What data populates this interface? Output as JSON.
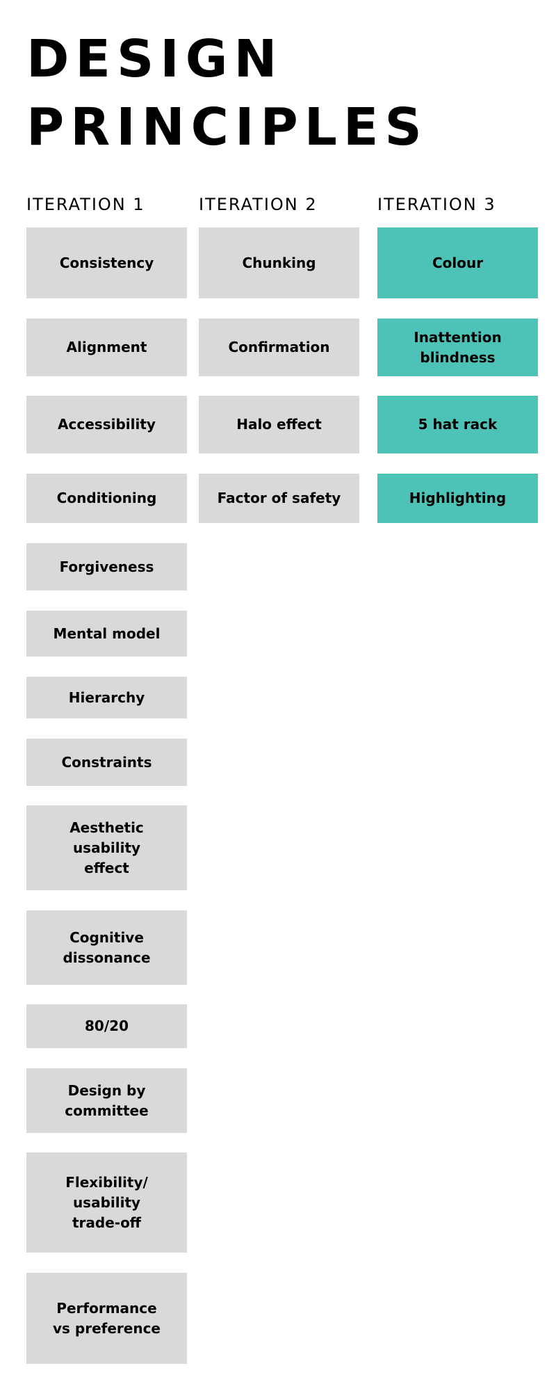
{
  "title": {
    "line1": "DESIGN",
    "line2": "PRINCIPLES"
  },
  "columns": [
    {
      "heading": "ITERATION 1",
      "cards": [
        "Consistency",
        "Alignment",
        "Accessibility",
        "Conditioning",
        "Forgiveness",
        "Mental model",
        "Hierarchy",
        "Constraints",
        "Aesthetic\nusability\neffect",
        "Cognitive\ndissonance",
        "80/20",
        "Design by\ncommittee",
        "Flexibility/\nusability\ntrade-off",
        "Performance\nvs preference"
      ]
    },
    {
      "heading": "ITERATION 2",
      "cards": [
        "Chunking",
        "Confirmation",
        "Halo effect",
        "Factor of safety"
      ]
    },
    {
      "heading": "ITERATION 3",
      "cards": [
        "Colour",
        "Inattention\nblindness",
        "5 hat rack",
        "Highlighting"
      ]
    }
  ],
  "colors": {
    "card_grey": "#d9d9d9",
    "card_teal": "#4dc3b8",
    "text": "#000000",
    "background": "#ffffff"
  }
}
